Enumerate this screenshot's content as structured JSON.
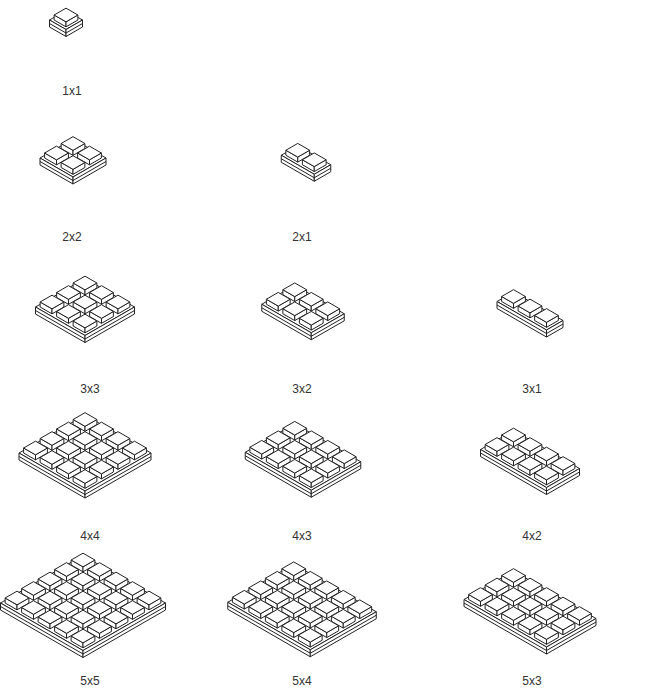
{
  "diagram": {
    "labels": [
      "1x1",
      "2x2",
      "2x1",
      "3x3",
      "3x2",
      "3x1",
      "4x4",
      "4x3",
      "4x2",
      "5x5",
      "5x4",
      "5x3"
    ]
  }
}
